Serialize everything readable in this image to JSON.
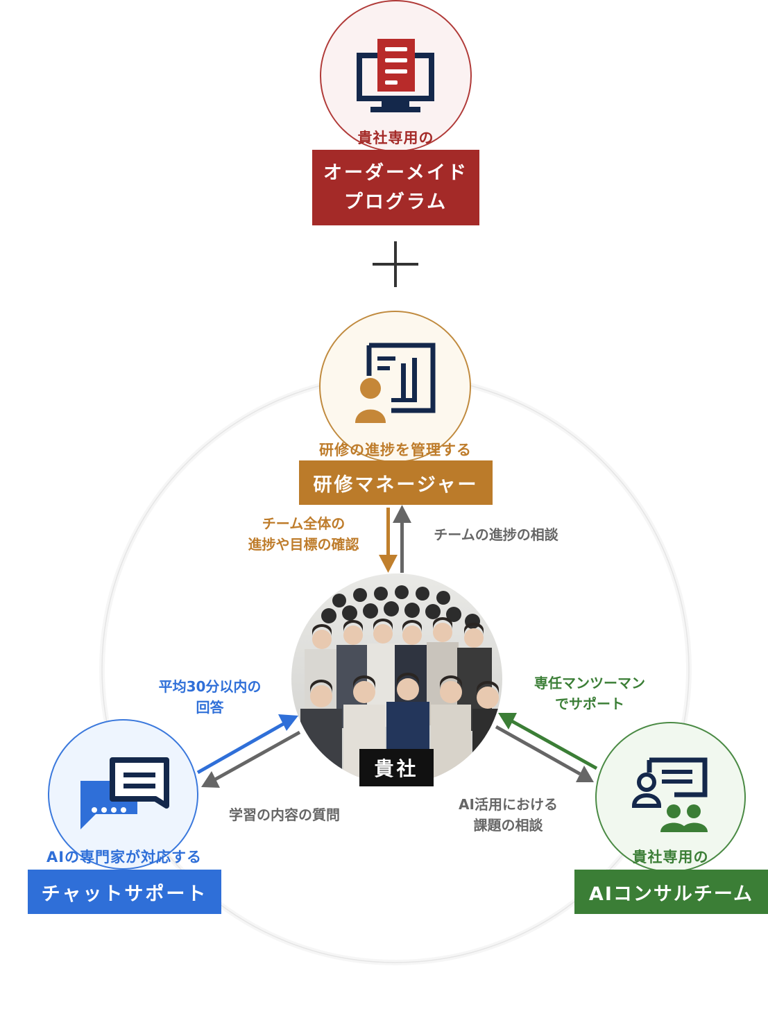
{
  "top": {
    "caption": "貴社専用の",
    "title": "オーダーメイド\nプログラム",
    "color": "#a42a28",
    "icon": "monitor-document-icon"
  },
  "plus": {
    "icon": "plus-icon"
  },
  "manager": {
    "caption": "研修の進捗を管理する",
    "title": "研修マネージャー",
    "color": "#be7c2b",
    "icon": "person-chart-icon"
  },
  "chat": {
    "caption": "AIの専門家が対応する",
    "title": "チャットサポート",
    "color": "#2f6fd8",
    "icon": "chat-bubbles-icon"
  },
  "consult": {
    "caption": "貴社専用の",
    "title": "AIコンサルチーム",
    "color": "#3b7e36",
    "icon": "presentation-team-icon"
  },
  "center": {
    "label": "貴社",
    "image": "group-photo"
  },
  "notes": {
    "manager_down": "チーム全体の\n進捗や目標の確認",
    "manager_up": "チームの進捗の相談",
    "chat_up": "平均30分以内の\n回答",
    "chat_down": "学習の内容の質問",
    "consult_in": "専任マンツーマン\nでサポート",
    "consult_out": "AI活用における\n課題の相談"
  }
}
